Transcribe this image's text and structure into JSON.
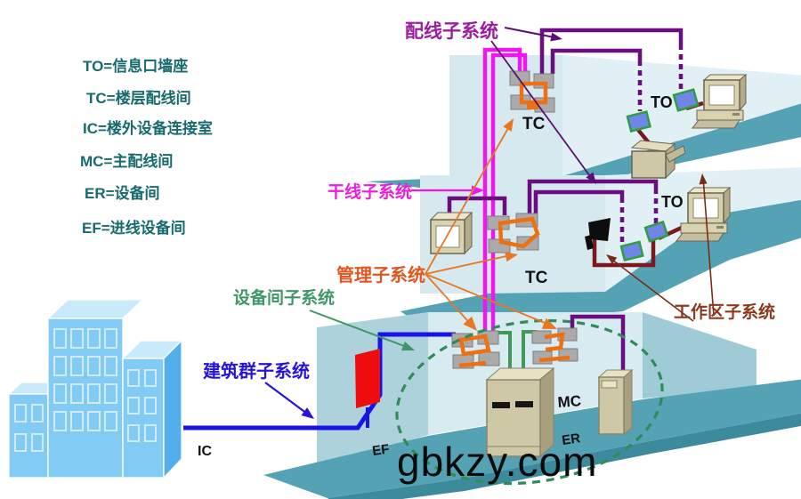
{
  "legend": {
    "items": [
      "TO=信息口墙座",
      "TC=楼层配线间",
      "IC=楼外设备连接室",
      "MC=主配线间",
      "ER=设备间",
      "EF=进线设备间"
    ]
  },
  "subsystems": {
    "distribution": "配线子系统",
    "backbone": "干线子系统",
    "management": "管理子系统",
    "equipment_room": "设备间子系统",
    "campus": "建筑群子系统",
    "work_area": "工作区子系统"
  },
  "markers": {
    "tc": "TC",
    "to": "TO",
    "mc": "MC",
    "er": "ER",
    "ef": "EF",
    "ic": "IC"
  },
  "watermark": "gbkzy.com",
  "colors": {
    "distribution_label": "#9c1d9f",
    "backbone_magenta": "#ef16ef",
    "management_orange": "#e05520",
    "equipment_room_green": "#3f9668",
    "campus_blue": "#2214dd",
    "work_area_brown": "#8c3a1f",
    "cable_purple": "#6b0d80",
    "device_wire_darkred": "#7c1722",
    "floor_teal": "#55a2b4",
    "wall_pale": "#d3e8ee",
    "building_blue": "#82cbf5",
    "red_panel": "#ee0d0d",
    "legend_text": "#176a6e"
  }
}
